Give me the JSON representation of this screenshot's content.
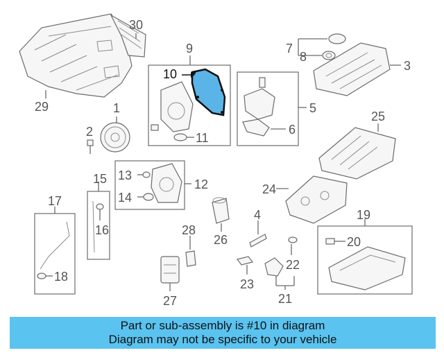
{
  "callouts": {
    "n1": "1",
    "n2": "2",
    "n3": "3",
    "n4": "4",
    "n5": "5",
    "n6": "6",
    "n7": "7",
    "n8": "8",
    "n9": "9",
    "n10": "10",
    "n11": "11",
    "n12": "12",
    "n13": "13",
    "n14": "14",
    "n15": "15",
    "n16": "16",
    "n17": "17",
    "n18": "18",
    "n19": "19",
    "n20": "20",
    "n21": "21",
    "n22": "22",
    "n23": "23",
    "n24": "24",
    "n25": "25",
    "n26": "26",
    "n27": "27",
    "n28": "28",
    "n29": "29",
    "n30": "30"
  },
  "highlight": {
    "part": "10",
    "color": "#5ab4e8"
  },
  "banner": {
    "line1": "Part or sub-assembly is #10 in diagram",
    "line2": "Diagram may not be specific to your vehicle",
    "background": "#5ac3f0"
  }
}
